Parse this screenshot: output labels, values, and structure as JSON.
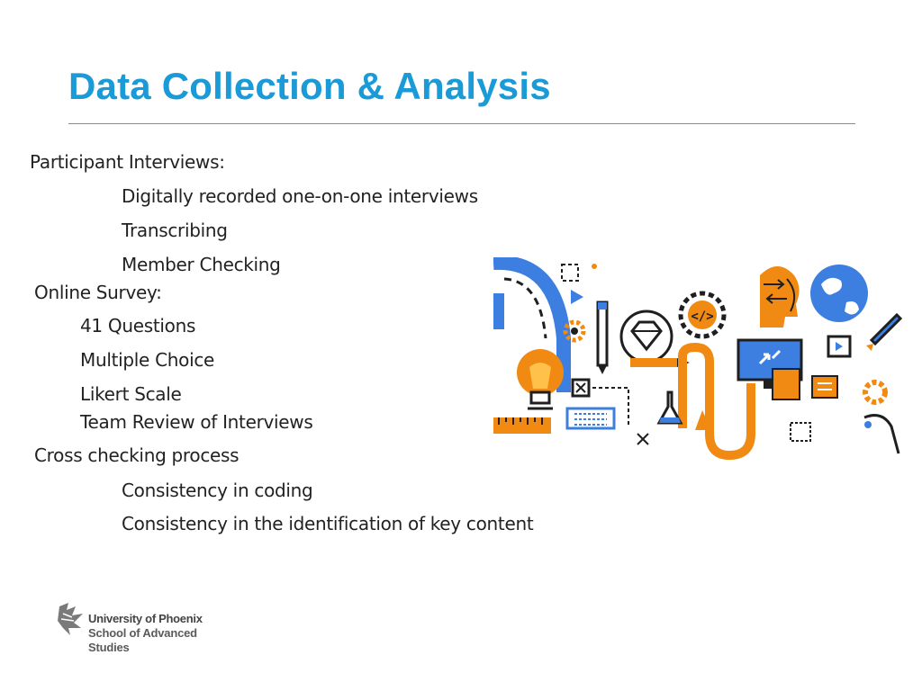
{
  "slide": {
    "title": "Data Collection & Analysis",
    "lines": [
      "Participant Interviews:",
      "Digitally recorded one-on-one interviews",
      "Transcribing",
      "Member Checking",
      "Online Survey:",
      "41 Questions",
      "Multiple Choice",
      "Likert Scale",
      "Team Review of Interviews",
      "Cross checking process",
      "Consistency in coding",
      "Consistency in the identification of key content"
    ]
  },
  "logo": {
    "university": "University of Phoenix",
    "school_line1": "School of Advanced",
    "school_line2": "Studies"
  },
  "colors": {
    "title": "#1a9ad6",
    "accent_blue": "#3d7fe0",
    "accent_orange": "#f08a12",
    "dark": "#1f1f1f"
  },
  "illustration": {
    "code_symbol": "</>",
    "icons": [
      "lightbulb-icon",
      "gear-icon",
      "diamond-icon",
      "pencil-icon",
      "head-arrows-icon",
      "globe-icon",
      "rocket-icon",
      "monitor-icon",
      "keyboard-icon",
      "flask-icon",
      "ruler-icon",
      "brush-icon"
    ]
  }
}
